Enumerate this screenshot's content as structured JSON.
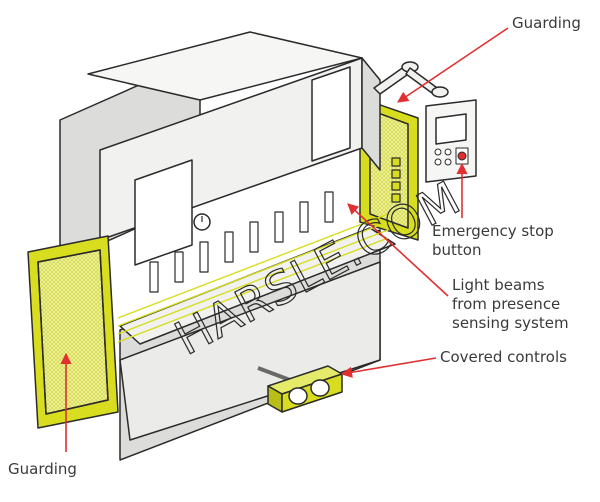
{
  "labels": {
    "guarding_top": "Guarding",
    "emergency_stop": [
      "Emergency stop",
      "button"
    ],
    "light_beams": [
      "Light beams",
      "from presence",
      "sensing system"
    ],
    "covered_controls": "Covered controls",
    "guarding_bottom": "Guarding"
  },
  "watermark": "HARSLE.COM",
  "colors": {
    "guard_yellow": "#d8dd1f",
    "machine_body": "#f1f1ef",
    "machine_shade": "#dcdcda",
    "outline": "#2b2b2b",
    "arrow": "#e03030"
  }
}
